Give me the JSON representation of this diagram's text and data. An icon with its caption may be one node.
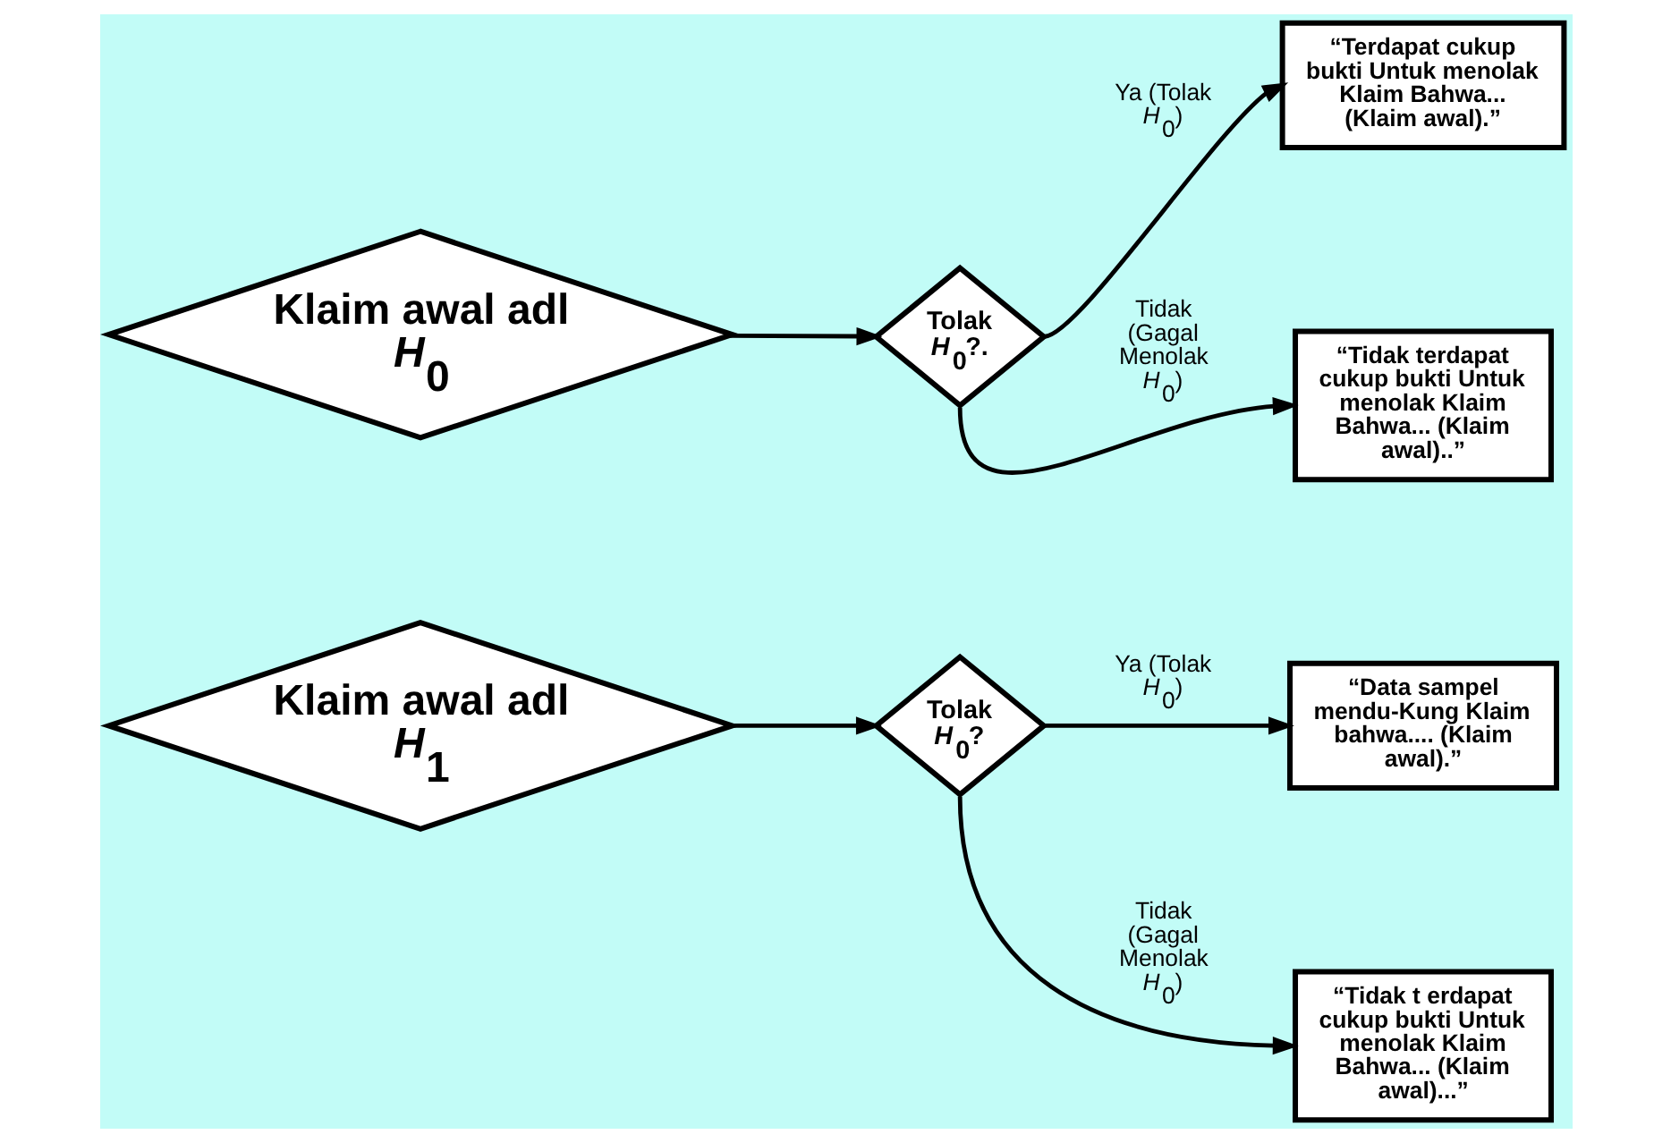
{
  "diagram": {
    "nodes": [
      {
        "text": [
          "Klaim awal adl *H*$_{0}$"
        ]
      },
      {
        "text": [
          "Tolak *H*$_{0}$?."
        ]
      },
      {
        "text": [
          "“Terdapat cukup bukti Untuk menolak Klaim Bahwa... (Klaim awal).”"
        ]
      },
      {
        "text": [
          "“Tidak terdapat cukup bukti Untuk menolak Klaim Bahwa... (Klaim awal)..”"
        ]
      },
      {
        "text": [
          "Klaim awal adl *H*$_{1}$"
        ]
      },
      {
        "text": [
          "Tolak *H*$_{0}$?"
        ]
      },
      {
        "text": [
          "“Data sampel mendu-Kung Klaim bahwa.... (Klaim awal).”"
        ]
      },
      {
        "text": [
          "“Tidak t erdapat cukup bukti Untuk menolak Klaim Bahwa... (Klaim awal)...”"
        ]
      }
    ],
    "edges": [
      {
        "from": 0,
        "to": 1,
        "arrow": "to"
      },
      {
        "from": 1,
        "to": 2,
        "arrow": "to",
        "label": "Ya (Tolak *H*$_{0}$)"
      },
      {
        "from": 1,
        "to": 3,
        "arrow": "to",
        "label": "Tidak (Gagal Menolak *H*$_{0}$)"
      },
      {
        "from": 4,
        "to": 5,
        "arrow": "to"
      },
      {
        "from": 5,
        "to": 6,
        "arrow": "to",
        "label": "Ya (Tolak *H*$_{0}$)"
      },
      {
        "from": 5,
        "to": 7,
        "arrow": "to",
        "label": "Tidak (Gagal Menolak *H*$_{0}$)"
      }
    ]
  }
}
